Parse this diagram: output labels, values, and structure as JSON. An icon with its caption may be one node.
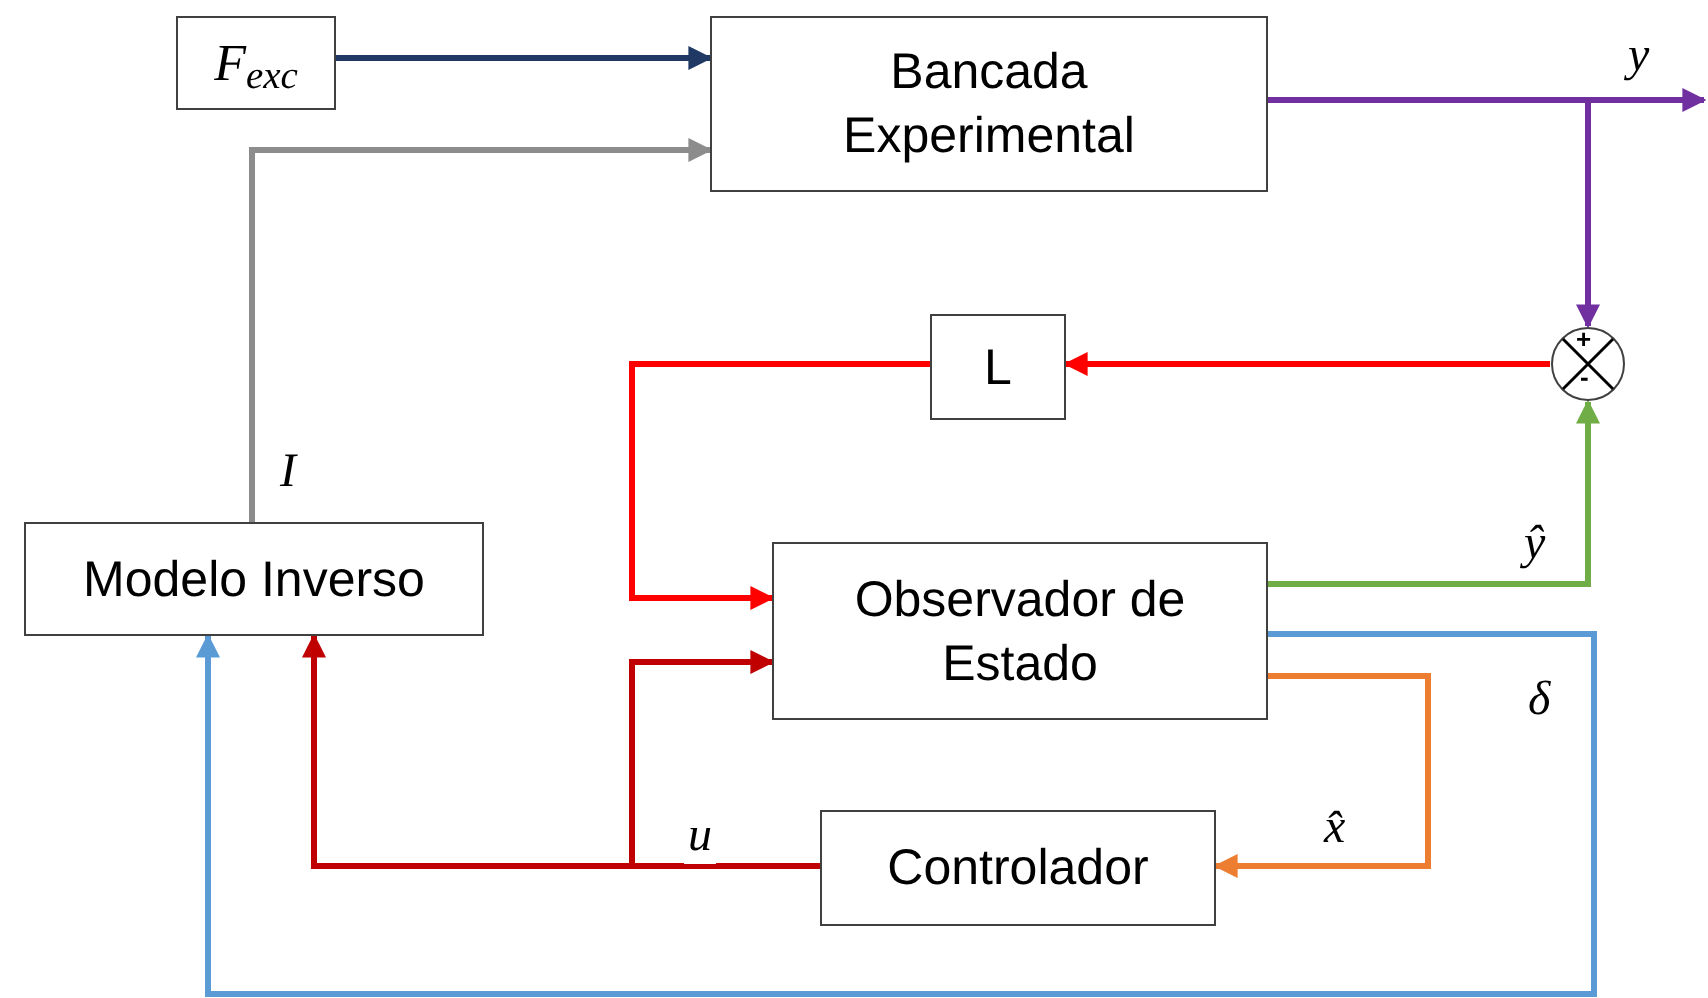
{
  "diagram": {
    "nodes": [
      {
        "text": [
          "F$_{exc}$"
        ]
      },
      {
        "text": [
          "Bancada Experimental"
        ]
      },
      {
        "text": [
          "L"
        ]
      },
      {
        "text": [],
        "shape": "circle"
      },
      {
        "text": [
          "Modelo Inverso"
        ]
      },
      {
        "text": [
          "Observador de Estado"
        ]
      },
      {
        "text": [
          "Controlador"
        ]
      }
    ],
    "edges": [
      {
        "from": 0,
        "to": 1,
        "arrow": "to",
        "color": "#1f3864"
      },
      {
        "from": 1,
        "to": null,
        "arrow": "to",
        "label": "y",
        "color": "#7030a0"
      },
      {
        "from": 1,
        "to": 3,
        "arrow": "to",
        "color": "#7030a0"
      },
      {
        "from": 4,
        "to": 1,
        "arrow": "to",
        "label": "I",
        "color": "#8c8c8c"
      },
      {
        "from": 3,
        "to": 2,
        "arrow": "to",
        "color": "#ff0000"
      },
      {
        "from": 2,
        "to": 5,
        "arrow": "to",
        "color": "#ff0000"
      },
      {
        "from": 5,
        "to": 3,
        "arrow": "to",
        "label": "ŷ",
        "color": "#70ad47"
      },
      {
        "from": 5,
        "to": 4,
        "arrow": "to",
        "label": "δ",
        "color": "#5b9bd5"
      },
      {
        "from": 5,
        "to": 6,
        "arrow": "to",
        "label": "x̂",
        "color": "#ed7d31"
      },
      {
        "from": 6,
        "to": 4,
        "arrow": "to",
        "label": "u",
        "color": "#c00000"
      },
      {
        "from": 6,
        "to": 5,
        "arrow": "to",
        "color": "#c00000"
      }
    ],
    "labels": [
      "+",
      "-"
    ]
  }
}
